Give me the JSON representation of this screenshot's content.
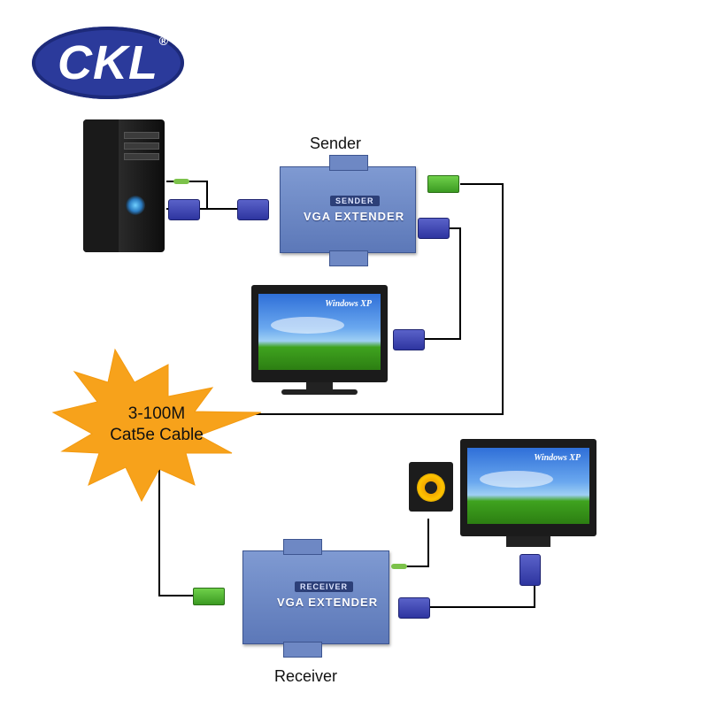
{
  "logo": {
    "text": "CKL",
    "registered": "®"
  },
  "sender": {
    "caption": "Sender",
    "badge": "SENDER",
    "title": "VGA EXTENDER"
  },
  "receiver": {
    "caption": "Receiver",
    "badge": "RECEIVER",
    "title": "VGA EXTENDER"
  },
  "cable": {
    "line1": "3-100M",
    "line2": "Cat5e Cable"
  },
  "monitors": [
    {
      "os_label": "Windows XP"
    },
    {
      "os_label": "Windows XP"
    }
  ],
  "colors": {
    "logo_blue": "#2b3a9b",
    "device_blue": "#6a84c4",
    "burst_orange": "#f7a21b",
    "vga_connector": "#3b43b3",
    "rj45_connector": "#52b832",
    "cable": "#000000"
  },
  "icons": [
    "pc-tower-icon",
    "monitor-icon",
    "speaker-icon",
    "vga-connector-icon",
    "rj45-connector-icon",
    "audio-jack-icon"
  ]
}
